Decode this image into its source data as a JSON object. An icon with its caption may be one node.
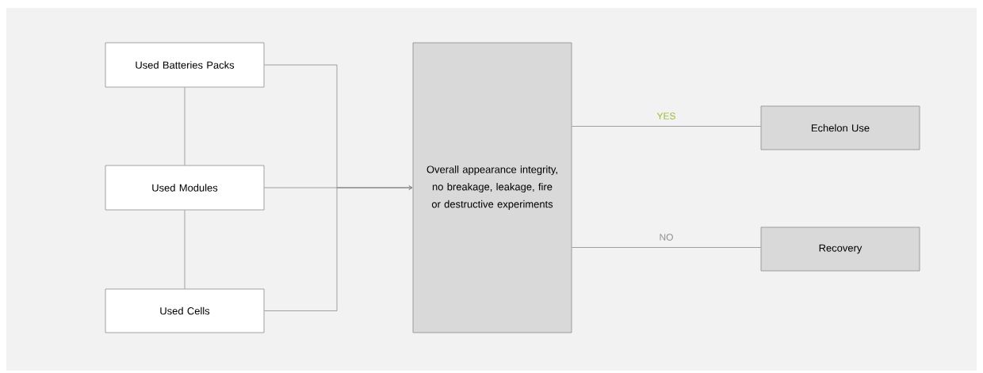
{
  "diagram": {
    "nodes": [
      {
        "text": [
          "Used Batteries Packs"
        ]
      },
      {
        "text": [
          "Used Modules"
        ]
      },
      {
        "text": [
          "Used Cells"
        ]
      },
      {
        "text": [
          "Overall appearance integrity, no breakage, leakage, fire or destructive experiments"
        ]
      },
      {
        "text": [
          "Echelon Use"
        ]
      },
      {
        "text": [
          "Recovery"
        ]
      }
    ],
    "edges": [
      {
        "from": 0,
        "to": 1,
        "arrow": "none"
      },
      {
        "from": 1,
        "to": 2,
        "arrow": "none"
      },
      {
        "from": 0,
        "to": 3,
        "arrow": "to"
      },
      {
        "from": 1,
        "to": 3,
        "arrow": "to"
      },
      {
        "from": 2,
        "to": 3,
        "arrow": "to"
      },
      {
        "from": 3,
        "to": 4,
        "arrow": "none",
        "label": "YES"
      },
      {
        "from": 3,
        "to": 5,
        "arrow": "none",
        "label": "NO"
      }
    ]
  }
}
